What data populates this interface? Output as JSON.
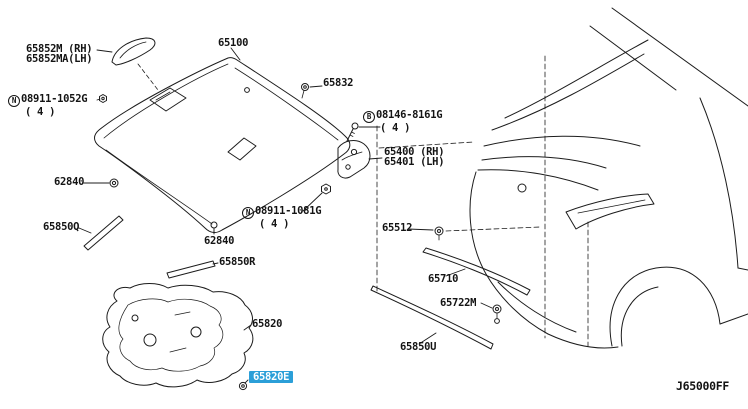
{
  "diagram": {
    "code": "J65000FF",
    "highlight_color": "#2b9fd8",
    "line_color": "#1c1c1c",
    "background": "#ffffff"
  },
  "labels": {
    "p65852m": {
      "line1": "65852M (RH)",
      "line2": "65852MA(LH)"
    },
    "p65100": "65100",
    "p65832": "65832",
    "n08911_1052g": {
      "prefix": "N",
      "number": "08911-1052G",
      "qty": "( 4 )"
    },
    "b08146_8161g": {
      "prefix": "B",
      "number": "08146-8161G",
      "qty": "( 4 )"
    },
    "p65400": {
      "line1": "65400 (RH)",
      "line2": "65401 (LH)"
    },
    "p62840_left": "62840",
    "n08911_1081g": {
      "prefix": "N",
      "number": "08911-1081G",
      "qty": "( 4 )"
    },
    "p65850q": "65850Q",
    "p65512": "65512",
    "p62840_center": "62840",
    "p65850r": "65850R",
    "p65710": "65710",
    "p65722m": "65722M",
    "p65820": "65820",
    "p65850u": "65850U",
    "p65820e": "65820E"
  }
}
